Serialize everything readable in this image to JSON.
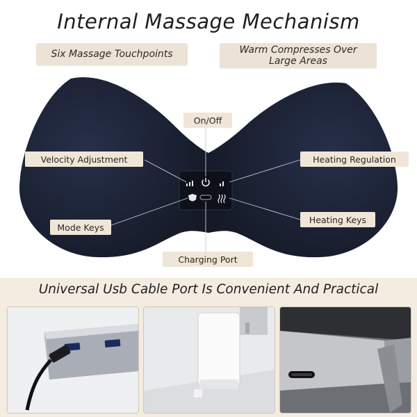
{
  "title": "Internal Massage Mechanism",
  "features": {
    "touchpoints": "Six Massage Touchpoints",
    "compress_line1": "Warm Compresses Over",
    "compress_line2": "Large Areas"
  },
  "labels": {
    "on_off": "On/Off",
    "velocity": "Velocity Adjustment",
    "heating_regulation": "Heating Regulation",
    "mode_keys": "Mode Keys",
    "heating_keys": "Heating Keys",
    "charging_port": "Charging Port"
  },
  "bottom": {
    "title": "Universal Usb Cable Port Is Convenient And Practical"
  },
  "colors": {
    "device": "#1a2130",
    "pill": "#ece3d6",
    "band": "#f4ece1"
  }
}
